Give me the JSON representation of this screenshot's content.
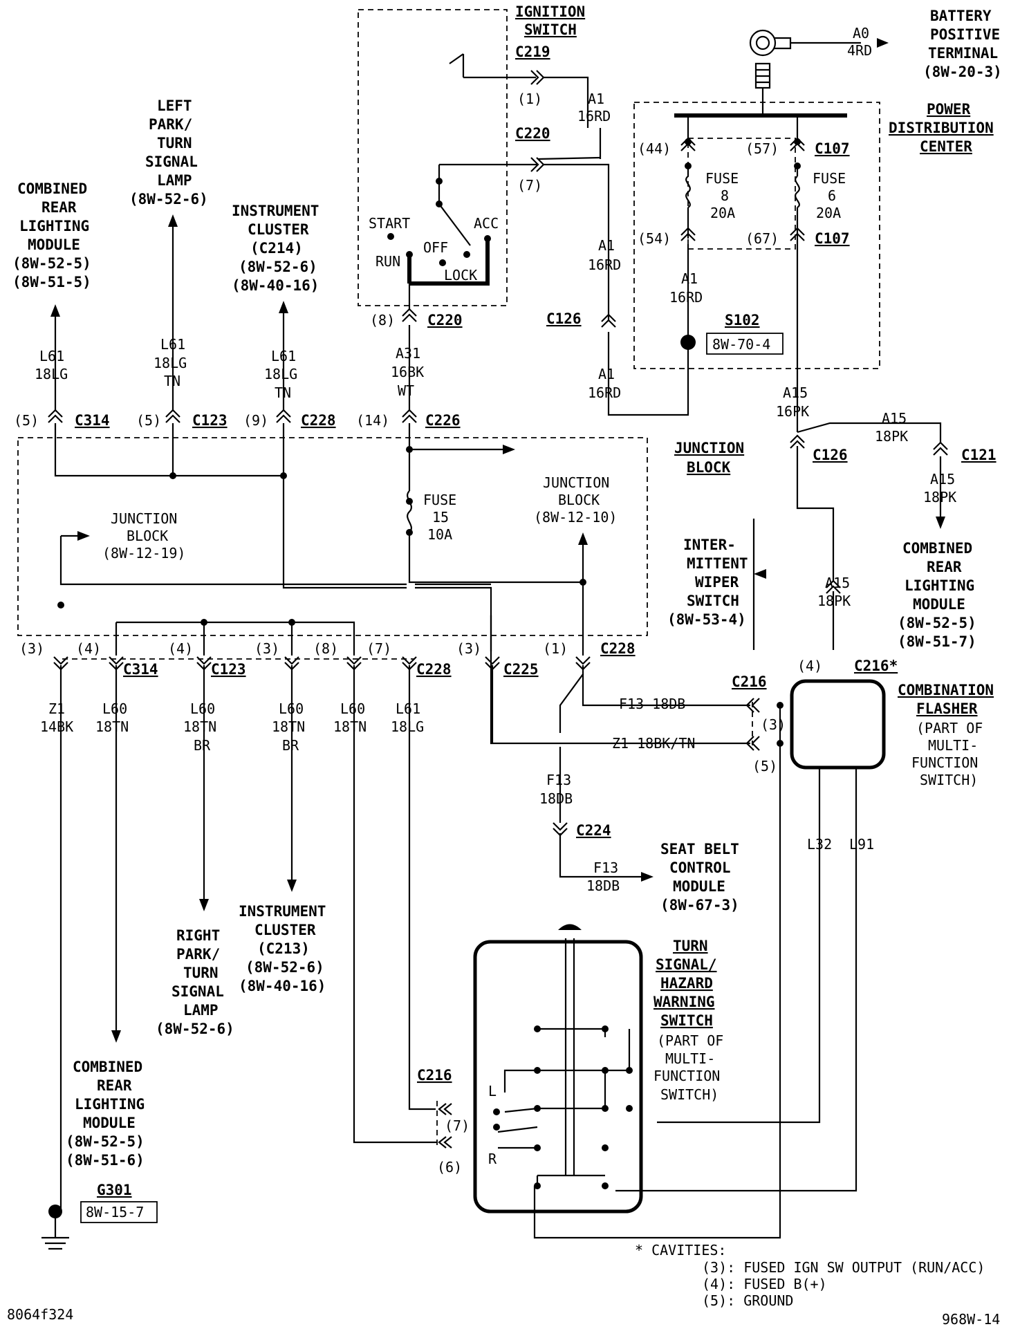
{
  "labels": {
    "ignition_switch": [
      "IGNITION",
      "SWITCH"
    ],
    "c219": "C219",
    "c220": "C220",
    "cav_1": "(1)",
    "cav_7": "(7)",
    "cav_8": "(8)",
    "a1_16rd": [
      "A1",
      "16RD"
    ],
    "start": "START",
    "acc": "ACC",
    "off": "OFF",
    "run": "RUN",
    "lock": "LOCK",
    "a31_16bk_wt": [
      "A31",
      "16BK",
      "WT"
    ],
    "c126": "C126",
    "battery_terminal": [
      "BATTERY",
      "POSITIVE",
      "TERMINAL",
      "(8W-20-3)"
    ],
    "a0_4rd": [
      "A0",
      "4RD"
    ],
    "power_dist_center": [
      "POWER",
      "DISTRIBUTION",
      "CENTER"
    ],
    "c107": "C107",
    "cav_44": "(44)",
    "cav_57": "(57)",
    "cav_54": "(54)",
    "cav_67": "(67)",
    "fuse8": [
      "FUSE",
      "8",
      "20A"
    ],
    "fuse6": [
      "FUSE",
      "6",
      "20A"
    ],
    "s102": "S102",
    "s102_ref": "8W-70-4",
    "a15_16pk": [
      "A15",
      "16PK"
    ],
    "a15_18pk": [
      "A15",
      "18PK"
    ],
    "junction_block_title": [
      "JUNCTION",
      "BLOCK"
    ],
    "c121": "C121",
    "combined_rear_left": [
      "COMBINED",
      "REAR",
      "LIGHTING",
      "MODULE",
      "(8W-52-5)",
      "(8W-51-5)"
    ],
    "left_park_lamp": [
      "LEFT",
      "PARK/",
      "TURN",
      "SIGNAL",
      "LAMP",
      "(8W-52-6)"
    ],
    "instrument_cluster_top": [
      "INSTRUMENT",
      "CLUSTER",
      "(C214)",
      "(8W-52-6)",
      "(8W-40-16)"
    ],
    "l61_18lg": [
      "L61",
      "18LG"
    ],
    "l61_18lg_tn": [
      "L61",
      "18LG",
      "TN"
    ],
    "c314": "C314",
    "c123": "C123",
    "c228": "C228",
    "c226": "C226",
    "cav_5": "(5)",
    "cav_9": "(9)",
    "cav_14": "(14)",
    "fuse15": [
      "FUSE",
      "15",
      "10A"
    ],
    "jb_8w_12_10": [
      "JUNCTION",
      "BLOCK",
      "(8W-12-10)"
    ],
    "jb_8w_12_19": [
      "JUNCTION",
      "BLOCK",
      "(8W-12-19)"
    ],
    "intermittent_wiper": [
      "INTER-",
      "MITTENT",
      "WIPER",
      "SWITCH",
      "(8W-53-4)"
    ],
    "combined_rear_right": [
      "COMBINED",
      "REAR",
      "LIGHTING",
      "MODULE",
      "(8W-52-5)",
      "(8W-51-7)"
    ],
    "c216": "C216",
    "c216_star": "C216*",
    "cav_3": "(3)",
    "cav_4": "(4)",
    "cav_6": "(6)",
    "c225": "C225",
    "c224": "C224",
    "combination_flasher": [
      "COMBINATION",
      "FLASHER"
    ],
    "part_of_mfs": [
      "(PART OF",
      "MULTI-",
      "FUNCTION",
      "SWITCH)"
    ],
    "f13_18db": "F13 18DB",
    "f13_18db_stack": [
      "F13",
      "18DB"
    ],
    "z1_18bk_tn": "Z1 18BK/TN",
    "z1_14bk": [
      "Z1",
      "14BK"
    ],
    "l60_18tn": [
      "L60",
      "18TN"
    ],
    "l60_18tn_br": [
      "L60",
      "18TN",
      "BR"
    ],
    "seat_belt_module": [
      "SEAT BELT",
      "CONTROL",
      "MODULE",
      "(8W-67-3)"
    ],
    "l32": "L32",
    "l91": "L91",
    "right_park_lamp": [
      "RIGHT",
      "PARK/",
      "TURN",
      "SIGNAL",
      "LAMP",
      "(8W-52-6)"
    ],
    "instrument_cluster_bottom": [
      "INSTRUMENT",
      "CLUSTER",
      "(C213)",
      "(8W-52-6)",
      "(8W-40-16)"
    ],
    "combined_rear_bottom": [
      "COMBINED",
      "REAR",
      "LIGHTING",
      "MODULE",
      "(8W-52-5)",
      "(8W-51-6)"
    ],
    "g301": "G301",
    "g301_ref": "8W-15-7",
    "turn_signal_switch": [
      "TURN",
      "SIGNAL/",
      "HAZARD",
      "WARNING",
      "SWITCH"
    ],
    "l_mark": "L",
    "r_mark": "R",
    "cavities_note": [
      "* CAVITIES:",
      "(3): FUSED IGN SW OUTPUT (RUN/ACC)",
      "(4): FUSED B(+)",
      "(5): GROUND"
    ],
    "footer_left": "8064f324",
    "footer_right": "968W-14"
  }
}
